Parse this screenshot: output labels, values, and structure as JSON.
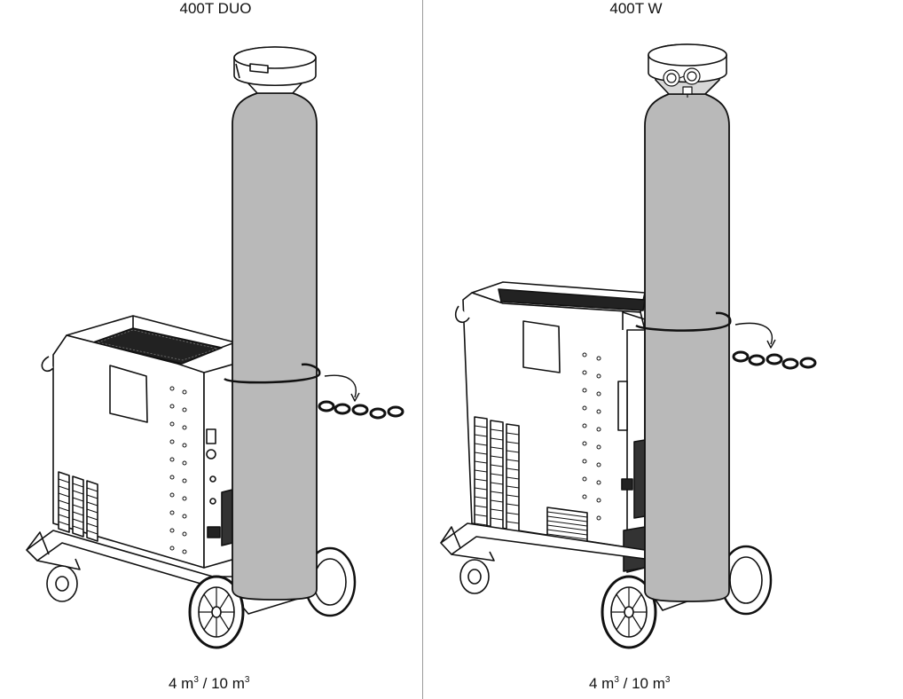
{
  "panels": [
    {
      "title": "400T DUO",
      "capacity": {
        "a_value": "4 m",
        "a_exp": "3",
        "sep": " / ",
        "b_value": "10 m",
        "b_exp": "3"
      }
    },
    {
      "title": "400T W",
      "capacity": {
        "a_value": "4 m",
        "a_exp": "3",
        "sep": " / ",
        "b_value": "10 m",
        "b_exp": "3"
      }
    }
  ],
  "colors": {
    "cylinder": "#b9b9b9",
    "line": "#111111",
    "divider": "#9a9a9a"
  },
  "icons": [
    "gas-cylinder-icon",
    "welding-machine-icon",
    "chain-icon",
    "trolley-wheel-icon",
    "pressure-gauge-icon"
  ]
}
